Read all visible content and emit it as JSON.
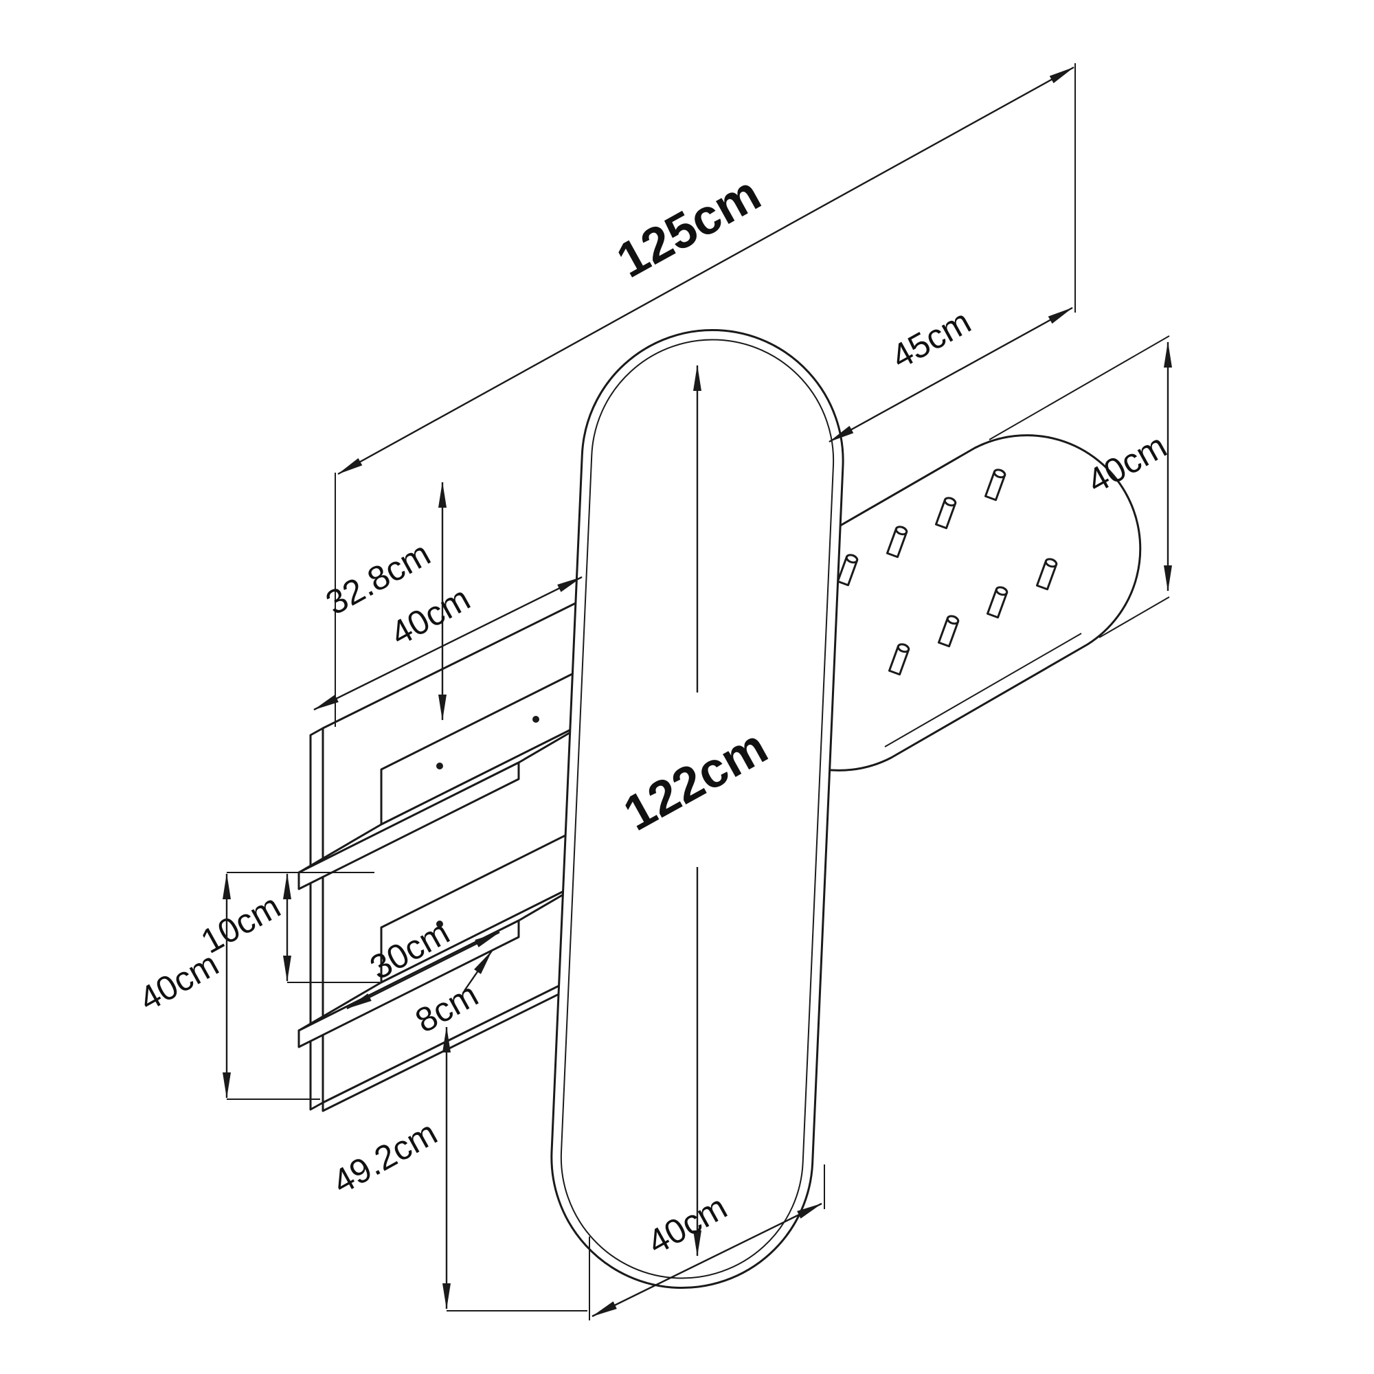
{
  "diagram": {
    "type": "isometric-technical-drawing",
    "colors": {
      "line": "#1a1a1a",
      "background": "#ffffff"
    },
    "hooks": {
      "count": 8
    },
    "dimensions": {
      "overall_width": {
        "label": "125cm"
      },
      "hook_panel_width": {
        "label": "45cm"
      },
      "hook_panel_height": {
        "label": "40cm"
      },
      "top_to_upper_shelf": {
        "label": "32.8cm"
      },
      "back_panel_width": {
        "label": "40cm"
      },
      "mirror_height": {
        "label": "122cm"
      },
      "shelf_gap": {
        "label": "10cm"
      },
      "shelf_width": {
        "label": "30cm"
      },
      "back_panel_height": {
        "label": "40cm"
      },
      "shelf_depth": {
        "label": "8cm"
      },
      "shelf_to_bottom": {
        "label": "49.2cm"
      },
      "mirror_width": {
        "label": "40cm"
      }
    }
  }
}
